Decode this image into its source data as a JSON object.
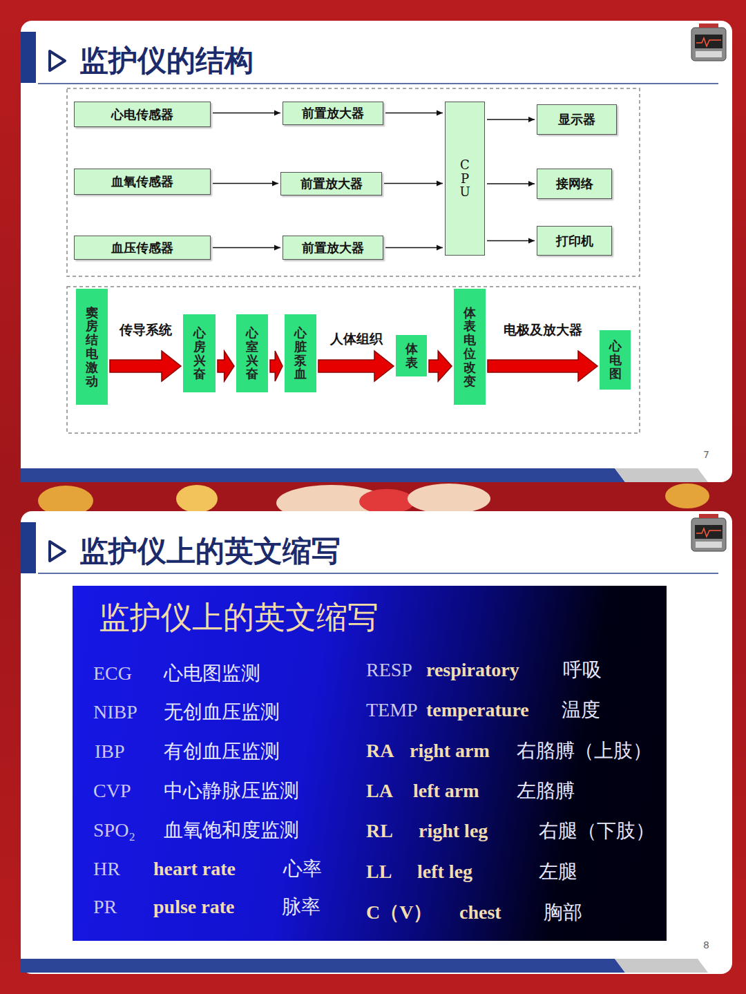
{
  "diagram": {
    "title": "监护仪的结构",
    "nodes": [
      {
        "text": [
          "心电传感器"
        ]
      },
      {
        "text": [
          "血氧传感器"
        ]
      },
      {
        "text": [
          "血压传感器"
        ]
      },
      {
        "text": [
          "前置放大器"
        ]
      },
      {
        "text": [
          "前置放大器"
        ]
      },
      {
        "text": [
          "前置放大器"
        ]
      },
      {
        "text": [
          "CPU"
        ]
      },
      {
        "text": [
          "显示器"
        ]
      },
      {
        "text": [
          "接网络"
        ]
      },
      {
        "text": [
          "打印机"
        ]
      },
      {
        "text": [
          "窦房结电激动"
        ]
      },
      {
        "text": [
          "心房兴奋"
        ]
      },
      {
        "text": [
          "心室兴奋"
        ]
      },
      {
        "text": [
          "心脏泵血"
        ]
      },
      {
        "text": [
          "体表"
        ]
      },
      {
        "text": [
          "体表电位改变"
        ]
      },
      {
        "text": [
          "心电图"
        ]
      },
      {
        "text": [
          "监护仪上的英文缩写"
        ]
      }
    ],
    "edges": [
      {
        "from": 0,
        "to": 3,
        "arrow": "to"
      },
      {
        "from": 1,
        "to": 4,
        "arrow": "to"
      },
      {
        "from": 2,
        "to": 5,
        "arrow": "to"
      },
      {
        "from": 3,
        "to": 6,
        "arrow": "to"
      },
      {
        "from": 4,
        "to": 6,
        "arrow": "to"
      },
      {
        "from": 5,
        "to": 6,
        "arrow": "to"
      },
      {
        "from": 6,
        "to": 7,
        "arrow": "to"
      },
      {
        "from": 6,
        "to": 8,
        "arrow": "to"
      },
      {
        "from": 6,
        "to": 9,
        "arrow": "to"
      },
      {
        "from": 10,
        "to": 11,
        "label": "传导系统",
        "arrow": "to"
      },
      {
        "from": 11,
        "to": 12,
        "arrow": "to"
      },
      {
        "from": 12,
        "to": 13,
        "arrow": "to"
      },
      {
        "from": 13,
        "to": 14,
        "label": "人体组织",
        "arrow": "to"
      },
      {
        "from": 14,
        "to": 15,
        "arrow": "to"
      },
      {
        "from": 15,
        "to": 16,
        "label": "电极及放大器",
        "arrow": "to"
      }
    ],
    "labels": [
      "7",
      "监护仪上的英文缩写",
      "ECG",
      "心电图监测",
      "NIBP",
      "无创血压监测",
      "IBP",
      "有创血压监测",
      "CVP",
      "中心静脉压监测",
      "SPO₂",
      "血氧饱和度监测",
      "HR",
      "heart rate",
      "心率",
      "PR",
      "pulse rate",
      "脉率",
      "RESP",
      "respiratory",
      "呼吸",
      "TEMP",
      "temperature",
      "温度",
      "RA",
      "right arm",
      "右胳膊（上肢）",
      "LA",
      "left arm",
      "左胳膊",
      "RL",
      "right leg",
      "右腿（下肢）",
      "LL",
      "left leg",
      "左腿",
      "C（V）",
      "chest",
      "胸部",
      "8"
    ]
  }
}
